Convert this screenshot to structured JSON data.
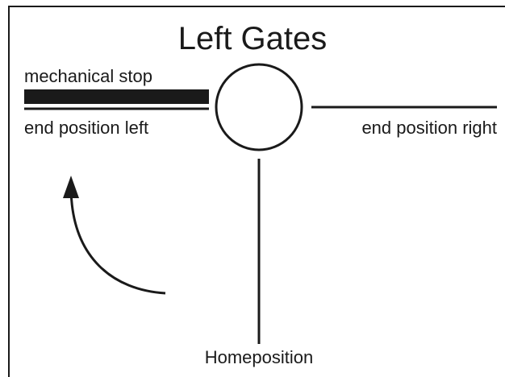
{
  "title": "Left Gates",
  "labels": {
    "mechanical_stop": "mechanical stop",
    "end_position_left": "end position left",
    "end_position_right": "end position right",
    "homeposition": "Homeposition"
  },
  "colors": {
    "ink": "#1a1a1a",
    "background": "#ffffff"
  }
}
